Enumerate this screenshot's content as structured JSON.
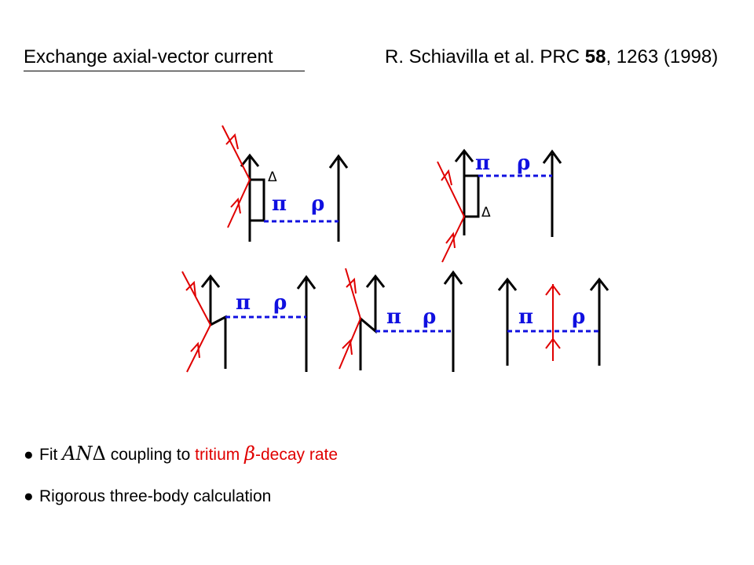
{
  "slide": {
    "title": "Exchange axial-vector current",
    "citation": {
      "authors": "R. Schiavilla et al. PRC ",
      "volume": "58",
      "pages": ", 1263 (1998)"
    }
  },
  "diagram_labels": {
    "pi": "π",
    "rho": "ρ",
    "delta": "Δ"
  },
  "bullets": [
    {
      "marker": "●",
      "prefix": "Fit ",
      "math": "AN",
      "math_delta": "Δ",
      "middle": " coupling to ",
      "red_text_1": "tritium ",
      "red_math": "β",
      "red_text_2": "-decay rate"
    },
    {
      "marker": "●",
      "text": "Rigorous three-body calculation"
    }
  ],
  "colors": {
    "lepton": "#e00000",
    "meson": "#1010e0",
    "nucleon": "#000000"
  }
}
